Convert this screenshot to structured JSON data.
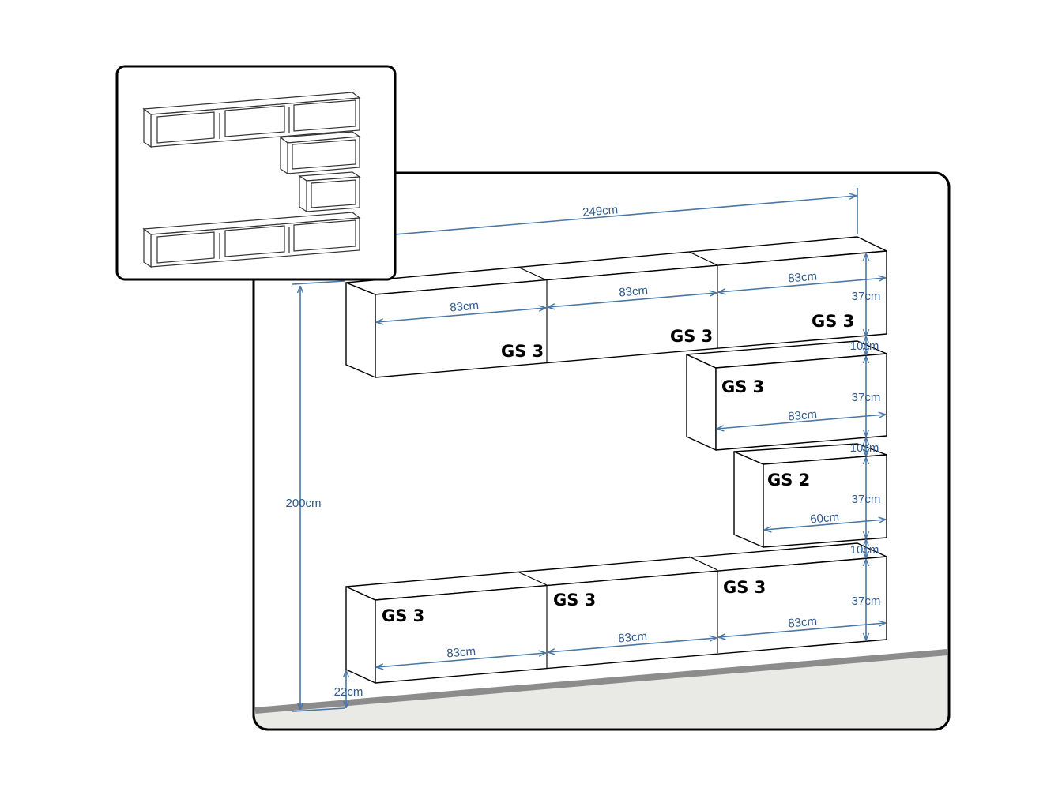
{
  "diagram": {
    "overall_width": "249cm",
    "overall_height": "200cm",
    "floor_gap": "22cm",
    "rows": [
      {
        "id": "top",
        "height": "37cm",
        "units": [
          {
            "label": "GS 3",
            "width": "83cm"
          },
          {
            "label": "GS 3",
            "width": "83cm"
          },
          {
            "label": "GS 3",
            "width": "83cm"
          }
        ]
      },
      {
        "id": "mid1",
        "gap_above": "10cm",
        "height": "37cm",
        "units": [
          {
            "label": "GS 3",
            "width": "83cm"
          }
        ]
      },
      {
        "id": "mid2",
        "gap_above": "10cm",
        "height": "37cm",
        "units": [
          {
            "label": "GS 2",
            "width": "60cm"
          }
        ]
      },
      {
        "id": "bottom",
        "gap_above": "10cm",
        "height": "37cm",
        "units": [
          {
            "label": "GS 3",
            "width": "83cm"
          },
          {
            "label": "GS 3",
            "width": "83cm"
          },
          {
            "label": "GS 3",
            "width": "83cm"
          }
        ]
      }
    ]
  },
  "colors": {
    "dimension": "#4a77a6",
    "dimension_text": "#2e5a8c",
    "outline": "#000000",
    "floor": "#e8e8e4",
    "floor_edge": "#8c8c8c"
  }
}
